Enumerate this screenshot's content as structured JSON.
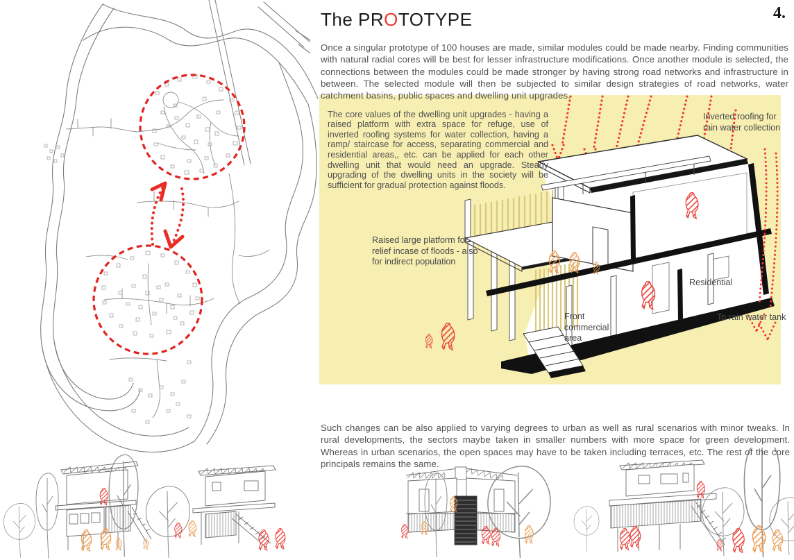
{
  "page_number": "4.",
  "title": {
    "part1": "The PR",
    "accent": "O",
    "part2": "TOTYPE"
  },
  "intro_paragraph": "Once a singular prototype of 100 houses are made, similar modules could be made nearby. Finding communities with natural radial cores will be best for lesser infrastructure modifications. Once another module is selected, the connections between the modules could be made stronger by having strong road networks and infrastructure in between. The selected module will then be subjected to similar design strategies of road networks, water catchment basins, public spaces and dwelling unit upgrades.",
  "panel": {
    "background": "#f7efb2",
    "body": "The core values of the dwelling unit upgrades - having a raised platform with extra space for refuge, use of inverted roofing systems for water collection, having a ramp/ staircase for access, separating commercial and residential areas,, etc. can be applied for each other dwelling unit that would need an upgrade. Steady upgrading of the dwelling units in the society will be sufficient for gradual protection against floods.",
    "labels": {
      "inverted_roofing": "Inverted roofing for rain water collection",
      "raised_platform": "Raised large platform for relief incase of floods - also for indirect population",
      "front_commercial": "Front commercial area",
      "residential": "Residential",
      "rain_water_tank": "To rain water tank"
    }
  },
  "outro_paragraph": "Such changes can be also applied to varying degrees to urban as well as rural scenarios with minor tweaks. In rural developments, the sectors maybe taken in smaller numbers with more space for green development. Whereas in urban scenarios, the open spaces may have to be taken including terraces, etc. The rest of the core principals remains the same.",
  "colors": {
    "accent_red": "#e8392f",
    "map_circle_red": "#e02420",
    "rain_arrow_red": "#f03a30",
    "figure_orange": "#f2a35a",
    "louver_tan": "#d9c87e",
    "ink": "#515151"
  },
  "icons": {
    "module_markers": "dashed-red-circle",
    "module_links": "dotted-red-arrow",
    "rain": "dotted-red-rain-arrow"
  }
}
